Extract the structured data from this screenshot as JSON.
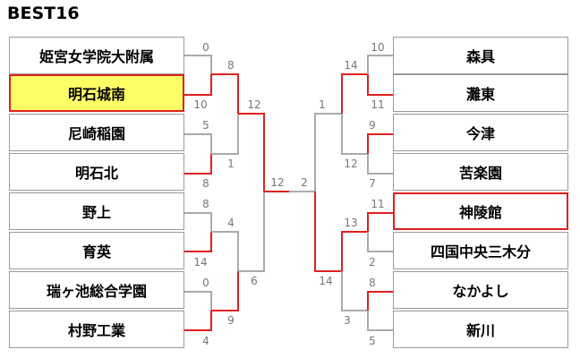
{
  "title": "BEST16",
  "left": [
    {
      "name": "姫宮女学院大附属",
      "score": "0"
    },
    {
      "name": "明石城南",
      "score": "10",
      "highlight": true
    },
    {
      "name": "尼崎稲園",
      "score": "5"
    },
    {
      "name": "明石北",
      "score": "8"
    },
    {
      "name": "野上",
      "score": "8"
    },
    {
      "name": "育英",
      "score": "14"
    },
    {
      "name": "瑞ヶ池総合学園",
      "score": "0"
    },
    {
      "name": "村野工業",
      "score": "4"
    }
  ],
  "right": [
    {
      "name": "森具",
      "score": "10"
    },
    {
      "name": "灘東",
      "score": "11"
    },
    {
      "name": "今津",
      "score": "9"
    },
    {
      "name": "苦楽園",
      "score": "7"
    },
    {
      "name": "神陵館",
      "score": "11",
      "winner_box": true
    },
    {
      "name": "四国中央三木分",
      "score": "2"
    },
    {
      "name": "なかよし",
      "score": "8"
    },
    {
      "name": "新川",
      "score": "5"
    }
  ],
  "left_qf": [
    "8",
    "1",
    "4",
    "9"
  ],
  "left_sf": [
    "12",
    "6"
  ],
  "right_qf": [
    "14",
    "12",
    "13",
    "3"
  ],
  "right_sf": [
    "1",
    "14"
  ],
  "final": [
    "12",
    "2"
  ],
  "colors": {
    "winner_line": "#e02020",
    "line": "#aaaaaa",
    "highlight": "#ffff66"
  }
}
